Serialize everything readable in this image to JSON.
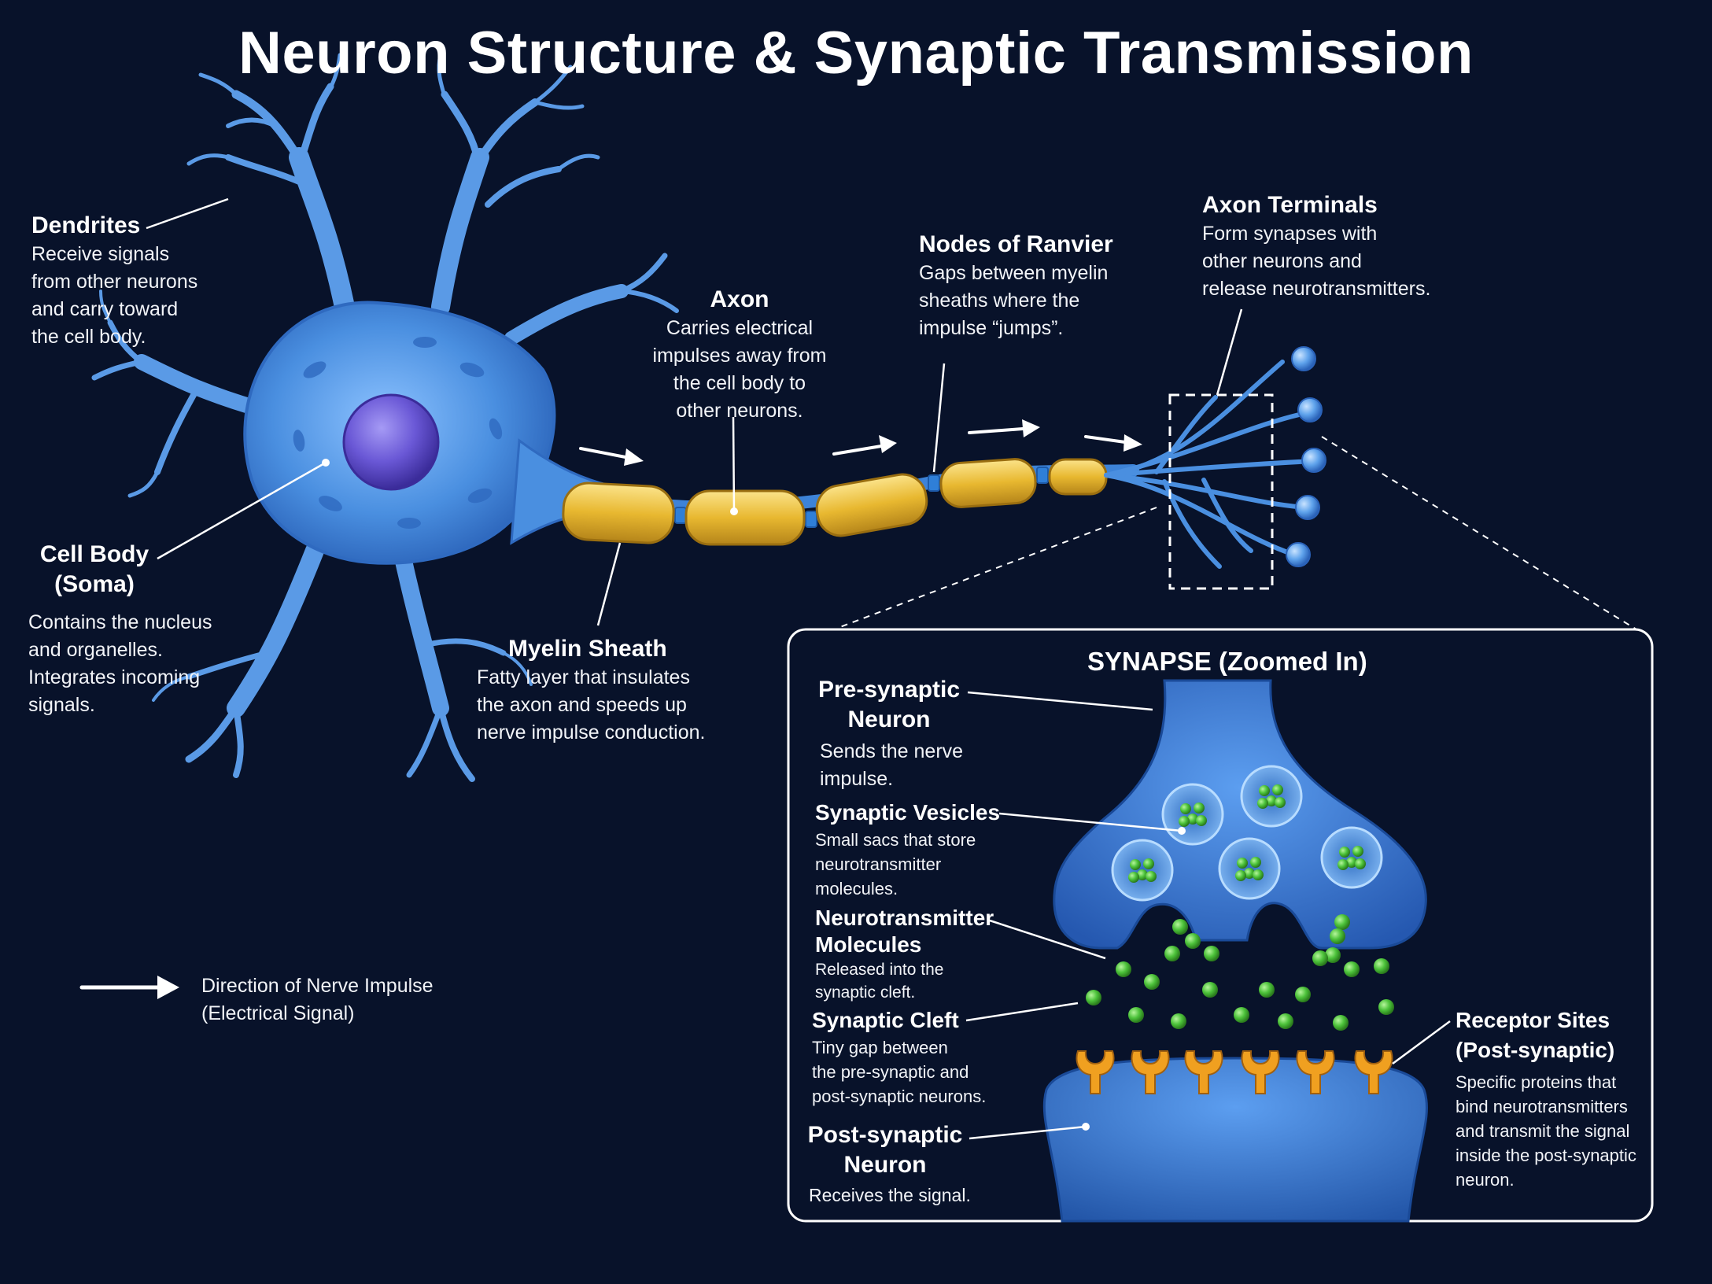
{
  "title": "Neuron Structure & Synaptic Transmission",
  "labels": {
    "dendrites": {
      "title": "Dendrites",
      "desc": [
        "Receive signals",
        "from other neurons",
        "and carry toward",
        "the cell body."
      ]
    },
    "cell_body": {
      "title": [
        "Cell Body",
        "(Soma)"
      ],
      "desc": [
        "Contains the nucleus",
        "and organelles.",
        "Integrates incoming",
        "signals."
      ]
    },
    "axon": {
      "title": "Axon",
      "desc": [
        "Carries electrical",
        "impulses away from",
        "the cell body to",
        "other neurons."
      ]
    },
    "myelin": {
      "title": "Myelin Sheath",
      "desc": [
        "Fatty layer that insulates",
        "the axon and speeds up",
        "nerve impulse conduction."
      ]
    },
    "nodes": {
      "title": "Nodes of Ranvier",
      "desc": [
        "Gaps between myelin",
        "sheaths where the",
        "impulse “jumps”."
      ]
    },
    "terminals": {
      "title": "Axon Terminals",
      "desc": [
        "Form synapses with",
        "other neurons and",
        "release neurotransmitters."
      ]
    }
  },
  "legend": {
    "line1": "Direction of Nerve Impulse",
    "line2": "(Electrical Signal)"
  },
  "synapse": {
    "title": "SYNAPSE (Zoomed In)",
    "pre": {
      "title": [
        "Pre-synaptic",
        "Neuron"
      ],
      "desc": [
        "Sends the nerve",
        "impulse."
      ]
    },
    "vesicles": {
      "title": "Synaptic Vesicles",
      "desc": [
        "Small sacs that store",
        "neurotransmitter",
        "molecules."
      ]
    },
    "neurotransmitters": {
      "title": [
        "Neurotransmitter",
        "Molecules"
      ],
      "desc": [
        "Released into the",
        "synaptic cleft."
      ]
    },
    "cleft": {
      "title": "Synaptic Cleft",
      "desc": [
        "Tiny gap between",
        "the pre-synaptic and",
        "post-synaptic neurons."
      ]
    },
    "post": {
      "title": [
        "Post-synaptic",
        "Neuron"
      ],
      "desc": [
        "Receives the signal."
      ]
    },
    "receptors": {
      "title": [
        "Receptor Sites",
        "(Post-synaptic)"
      ],
      "desc": [
        "Specific proteins that",
        "bind neurotransmitters",
        "and transmit the signal",
        "inside the post-synaptic",
        "neuron."
      ]
    }
  },
  "colors": {
    "background": "#08122a",
    "neuron": "#4a8fe0",
    "neuron_light": "#8cc2ff",
    "nucleus": "#6a58d6",
    "myelin": "#e8b830",
    "node": "#2f7fd8",
    "neurotransmitter": "#4cc23a",
    "receptor": "#f0a020",
    "text": "#ffffff"
  }
}
